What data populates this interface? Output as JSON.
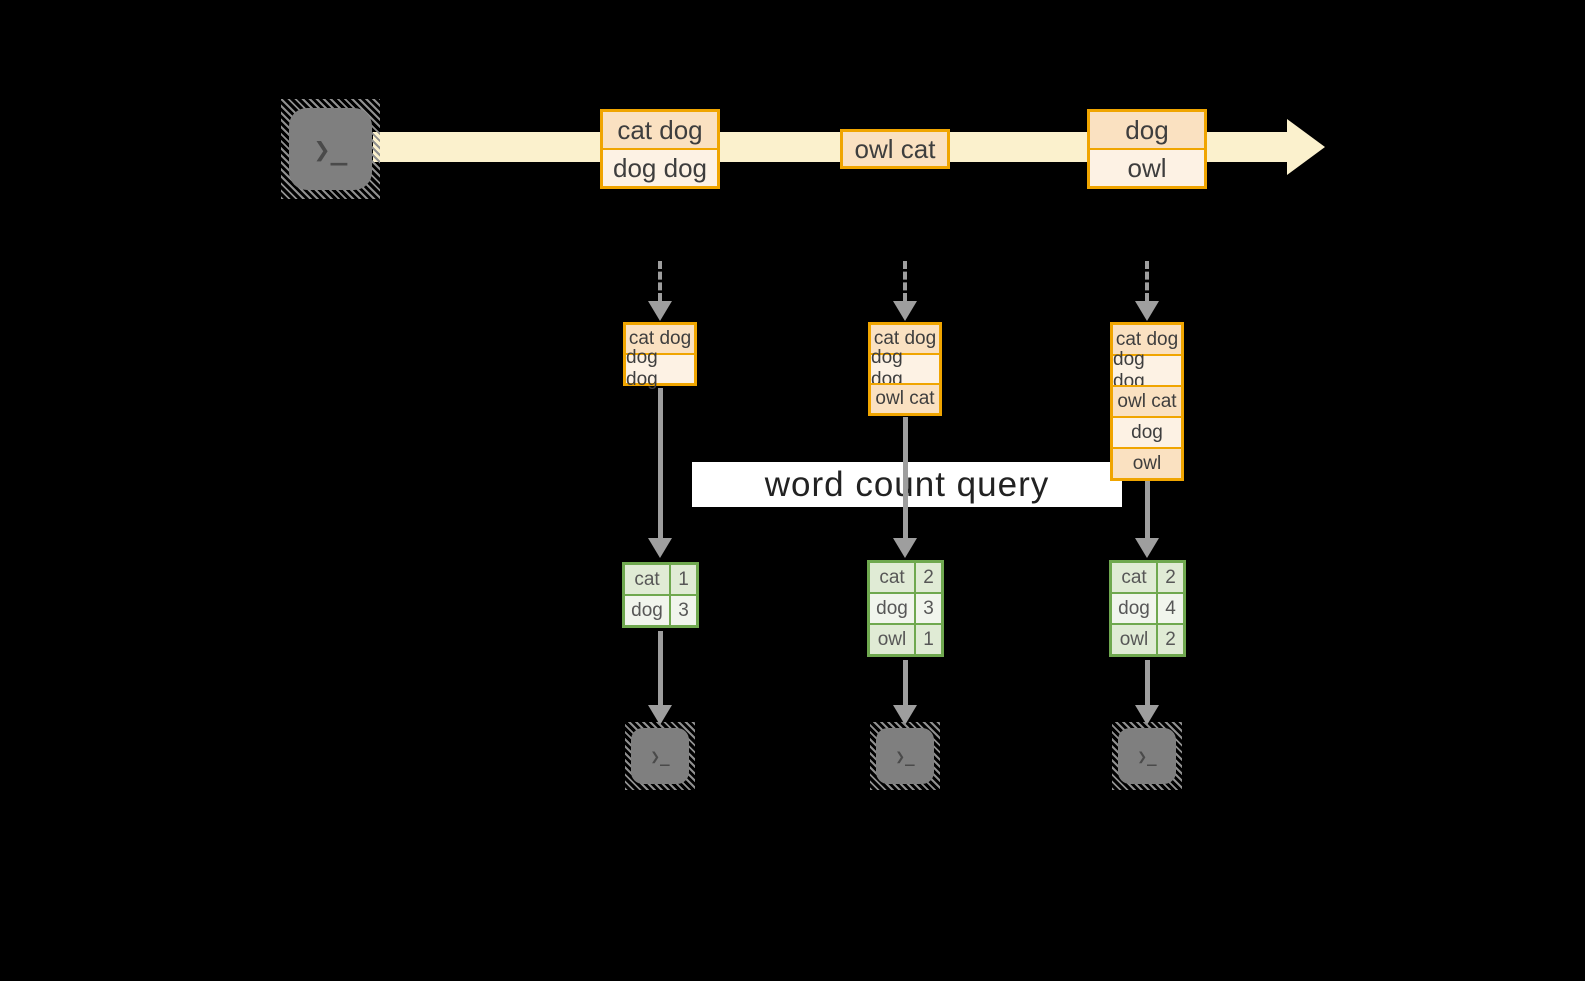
{
  "colors": {
    "background": "#000000",
    "stream_band": "#FBF1CD",
    "orange_border": "#F0A500",
    "orange_fill_dark": "#FAE1C1",
    "orange_fill_light": "#FDF2E4",
    "green_border": "#6FA84F",
    "green_fill_dark": "#E0EBD5",
    "green_fill_light": "#F1F5ED",
    "arrow_gray": "#9E9E9E",
    "terminal_gray": "#7F7F7F",
    "text_dark": "#3E3E3E"
  },
  "terminal_glyph": "❯_",
  "query_label": "word count query",
  "stream": {
    "batches": [
      {
        "lines": [
          "cat dog",
          "dog dog"
        ]
      },
      {
        "lines": [
          "owl cat"
        ]
      },
      {
        "lines": [
          "dog",
          "owl"
        ]
      }
    ]
  },
  "columns": [
    {
      "accumulated": [
        "cat dog",
        "dog dog"
      ],
      "counts": [
        {
          "word": "cat",
          "count": 1
        },
        {
          "word": "dog",
          "count": 3
        }
      ]
    },
    {
      "accumulated": [
        "cat dog",
        "dog dog",
        "owl cat"
      ],
      "counts": [
        {
          "word": "cat",
          "count": 2
        },
        {
          "word": "dog",
          "count": 3
        },
        {
          "word": "owl",
          "count": 1
        }
      ]
    },
    {
      "accumulated": [
        "cat dog",
        "dog dog",
        "owl cat",
        "dog",
        "owl"
      ],
      "counts": [
        {
          "word": "cat",
          "count": 2
        },
        {
          "word": "dog",
          "count": 4
        },
        {
          "word": "owl",
          "count": 2
        }
      ]
    }
  ]
}
